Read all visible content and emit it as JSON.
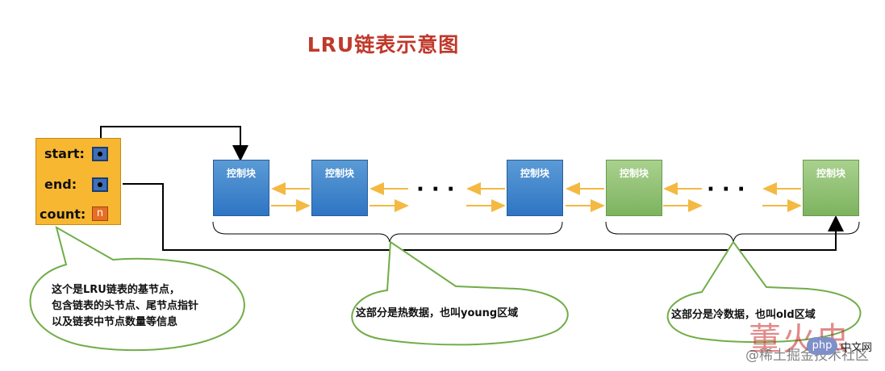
{
  "title": "LRU链表示意图",
  "base_node": {
    "start_label": "start:",
    "end_label": "end:",
    "count_label": "count:",
    "count_value": "n"
  },
  "block_label": "控制块",
  "ellipsis": "···",
  "notes": {
    "base_node_lines": [
      "这个是LRU链表的基节点，",
      "包含链表的头节点、尾节点指针",
      "以及链表中节点数量等信息"
    ],
    "young": "这部分是热数据，也叫young区域",
    "old": "这部分是冷数据，也叫old区域"
  },
  "watermark": {
    "big": "董火虫",
    "sub": "@稀土掘金技术社区",
    "badge": "php",
    "site": "中文网"
  },
  "colors": {
    "hot_block": "#5b9bd5",
    "cold_block": "#a9d18e",
    "base_node": "#f7b731",
    "arrow": "#f4b942",
    "title": "#c0392b"
  }
}
